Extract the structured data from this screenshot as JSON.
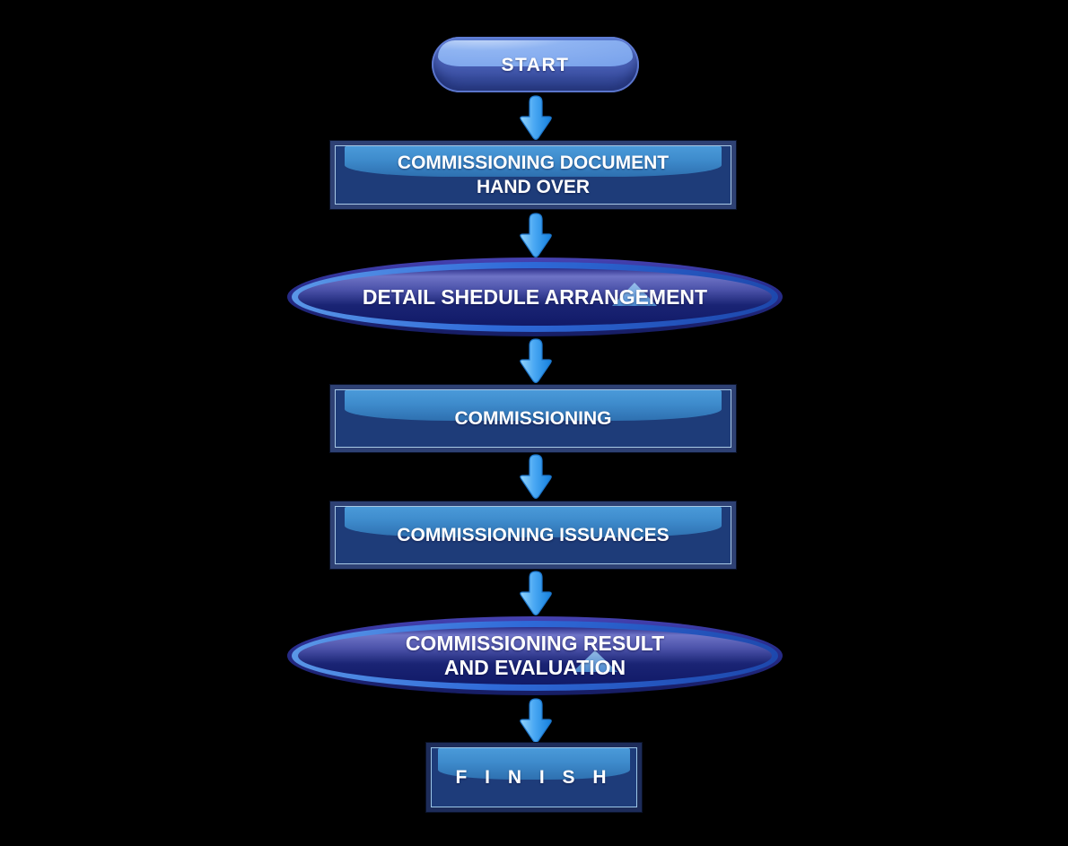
{
  "diagram": {
    "type": "flowchart",
    "background": "#000000",
    "nodes": [
      {
        "id": "start",
        "shape": "stadium",
        "lines": [
          "START"
        ]
      },
      {
        "id": "hand-over",
        "shape": "rectangle",
        "lines": [
          "COMMISSIONING DOCUMENT",
          "HAND OVER"
        ]
      },
      {
        "id": "schedule",
        "shape": "ellipse",
        "lines": [
          "DETAIL SHEDULE ARRANGEMENT"
        ]
      },
      {
        "id": "commissioning",
        "shape": "rectangle",
        "lines": [
          "COMMISSIONING"
        ]
      },
      {
        "id": "issuances",
        "shape": "rectangle",
        "lines": [
          "COMMISSIONING ISSUANCES"
        ]
      },
      {
        "id": "result",
        "shape": "ellipse",
        "lines": [
          "COMMISSIONING RESULT",
          "AND EVALUATION"
        ]
      },
      {
        "id": "finish",
        "shape": "rectangle",
        "lines": [
          "F I N I S H"
        ]
      }
    ],
    "edges": [
      {
        "from": "start",
        "to": "hand-over",
        "icon": "arrow-down-icon"
      },
      {
        "from": "hand-over",
        "to": "schedule",
        "icon": "arrow-down-icon"
      },
      {
        "from": "schedule",
        "to": "commissioning",
        "icon": "arrow-down-icon"
      },
      {
        "from": "commissioning",
        "to": "issuances",
        "icon": "arrow-down-icon"
      },
      {
        "from": "issuances",
        "to": "result",
        "icon": "arrow-down-icon"
      },
      {
        "from": "result",
        "to": "finish",
        "icon": "arrow-down-icon"
      }
    ],
    "colors": {
      "background": "#000000",
      "rect_body": "#1E3C79",
      "rect_gloss_top": "#4A9AD9",
      "rect_gloss_bottom": "#2E70B0",
      "rect_border": "#2E4174",
      "rect_inner_line": "#A9C9E6",
      "stadium_body": "#3A50A4",
      "stadium_gloss": "#8FB4F2",
      "ellipse_outer_ring": "#2B2F92",
      "ellipse_rim": "#2F6AD8",
      "ellipse_inner_top": "#6E73C6",
      "ellipse_inner_bottom": "#111A68",
      "arrow_light": "#93D4FB",
      "arrow_mid": "#4AA8F3",
      "arrow_dark": "#1580DD",
      "label_color": "#FFFFFF"
    }
  }
}
